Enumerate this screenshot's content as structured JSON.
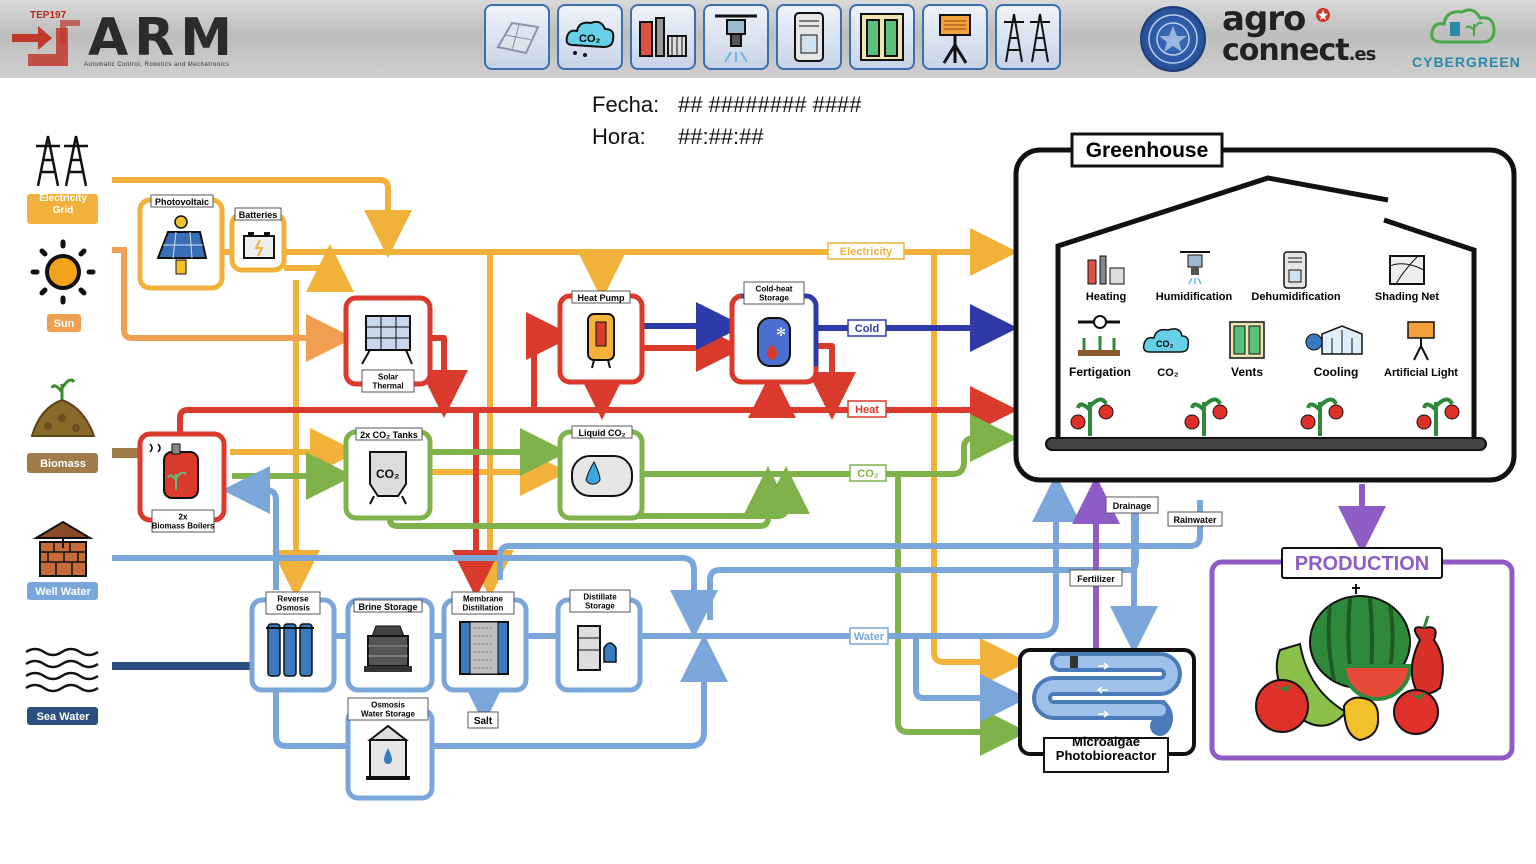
{
  "header": {
    "arm_logo": {
      "group": "TEP197",
      "name": "ARM",
      "subtitle": "Automatic Control, Robotics and Mechatronics"
    },
    "toolbar": [
      {
        "icon": "solar-panel-icon"
      },
      {
        "icon": "co2-cloud-icon"
      },
      {
        "icon": "heating-equipment-icon"
      },
      {
        "icon": "humidifier-icon"
      },
      {
        "icon": "dehumidifier-icon"
      },
      {
        "icon": "window-vents-icon"
      },
      {
        "icon": "grow-light-icon"
      },
      {
        "icon": "power-tower-icon"
      }
    ],
    "agro_logo": {
      "line1": "agro",
      "line2": "connect",
      "suffix": ".es"
    },
    "cyber_logo": "CYBERGREEN"
  },
  "datetime": {
    "date_label": "Fecha:",
    "date_value": "## ######## ####",
    "time_label": "Hora:",
    "time_value": "##:##:##"
  },
  "sources": {
    "grid": "Electricity Grid",
    "sun": "Sun",
    "biomass": "Biomass",
    "well": "Well Water",
    "sea": "Sea Water"
  },
  "components": {
    "photovoltaic": "Photovoltaic",
    "batteries": "Batteries",
    "solar_thermal": "Solar Thermal",
    "heat_pump": "Heat Pump",
    "cold_heat_storage": "Cold-heat Storage",
    "biomass_boilers": "2x Biomass Boilers",
    "co2_tanks": "2x CO₂ Tanks",
    "liquid_co2": "Liquid CO₂",
    "reverse_osmosis": "Reverse Osmosis",
    "brine_storage": "Brine Storage",
    "membrane_distillation": "Membrane Distillation",
    "distillate_storage": "Distillate Storage",
    "osmosis_storage": "Osmosis Water Storage",
    "salt": "Salt",
    "photobioreactor": "Microalgae Photobioreactor"
  },
  "flows": {
    "electricity": "Electricity",
    "cold": "Cold",
    "heat": "Heat",
    "co2": "CO₂",
    "water": "Water",
    "drainage": "Drainage",
    "rainwater": "Rainwater",
    "fertilizer": "Fertilizer"
  },
  "greenhouse": {
    "title": "Greenhouse",
    "items": {
      "heating": "Heating",
      "humidification": "Humidification",
      "dehumidification": "Dehumidification",
      "shading": "Shading Net",
      "fertigation": "Fertigation",
      "co2": "CO₂",
      "vents": "Vents",
      "cooling": "Cooling",
      "light": "Artificial Light"
    }
  },
  "production": {
    "title": "PRODUCTION"
  },
  "colors": {
    "electricity": "#f0b23a",
    "heat": "#d93a2b",
    "cold": "#2e3aa8",
    "co2": "#7fb24a",
    "water": "#7aa6d9",
    "sea": "#2b4f80",
    "fertilizer": "#8e5cc4",
    "production": "#8e5cc4"
  }
}
